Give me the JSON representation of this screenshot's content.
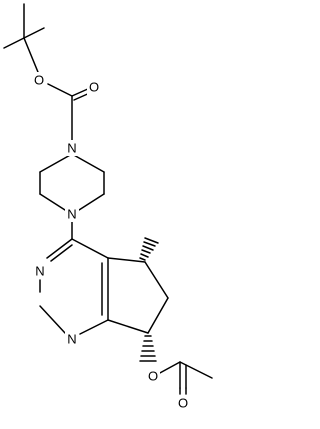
{
  "molecule": {
    "atom_labels": {
      "boc_ester_o": "O",
      "boc_carbonyl_o": "O",
      "piperazine_n_top": "N",
      "piperazine_n_bottom": "N",
      "pyrimidine_n3": "N",
      "pyrimidine_n1": "N",
      "acetate_ester_o": "O",
      "acetate_carbonyl_o": "O"
    },
    "colors": {
      "bond": "#000000",
      "label": "#000000",
      "background": "#ffffff"
    }
  }
}
